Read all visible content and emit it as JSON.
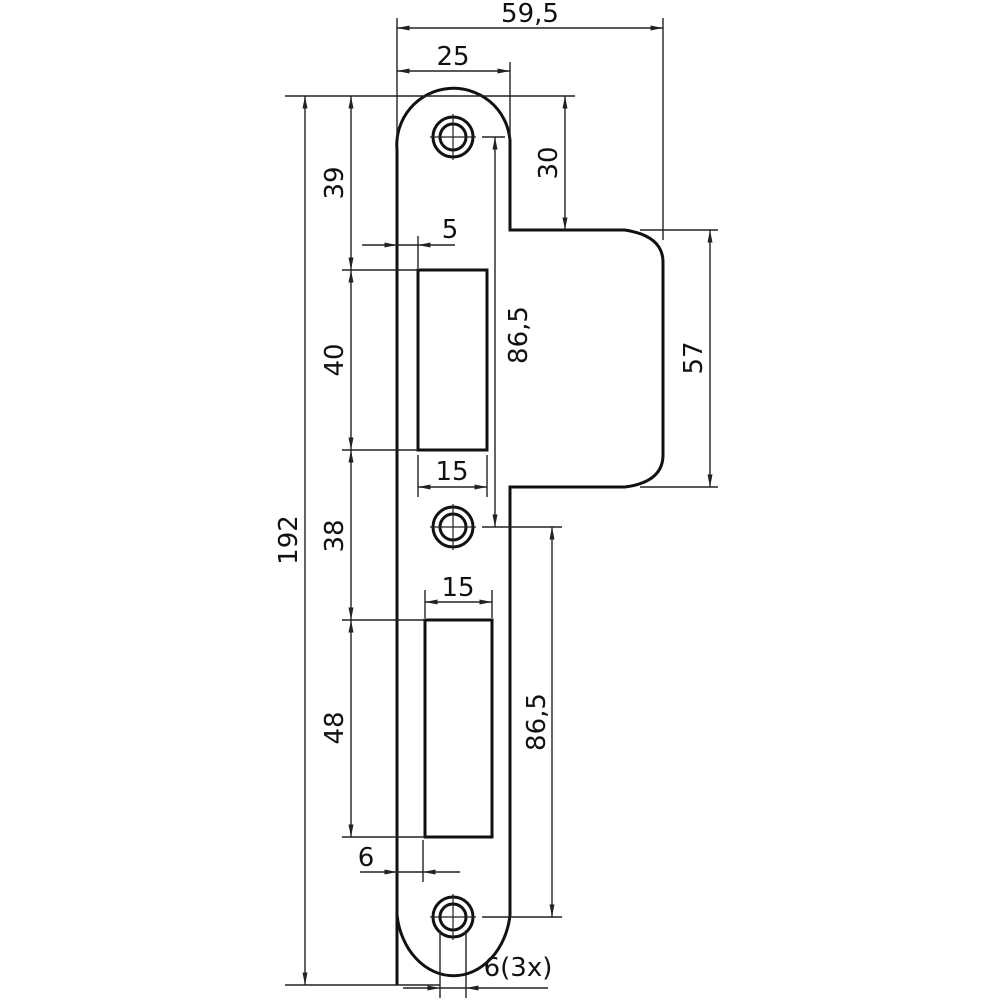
{
  "drawing": {
    "subject": "Lock strike plate technical drawing",
    "units": "mm",
    "line_color": "#111111",
    "background": "#ffffff"
  },
  "dimensions": {
    "overall_width": "59,5",
    "plate_width": "25",
    "lip_offset_from_top": "30",
    "lip_height": "57",
    "overall_height": "192",
    "top_to_first_slot": "39",
    "upper_slot_height": "40",
    "between_slots": "38",
    "lower_slot_height": "48",
    "upper_slot_offset": "5",
    "upper_slot_width": "15",
    "lower_slot_width": "15",
    "lower_slot_offset": "6",
    "hole_spacing_upper": "86,5",
    "hole_spacing_lower": "86,5",
    "hole_diameter": "6(3x)"
  },
  "features": {
    "screw_holes": 3,
    "slots": 2
  }
}
